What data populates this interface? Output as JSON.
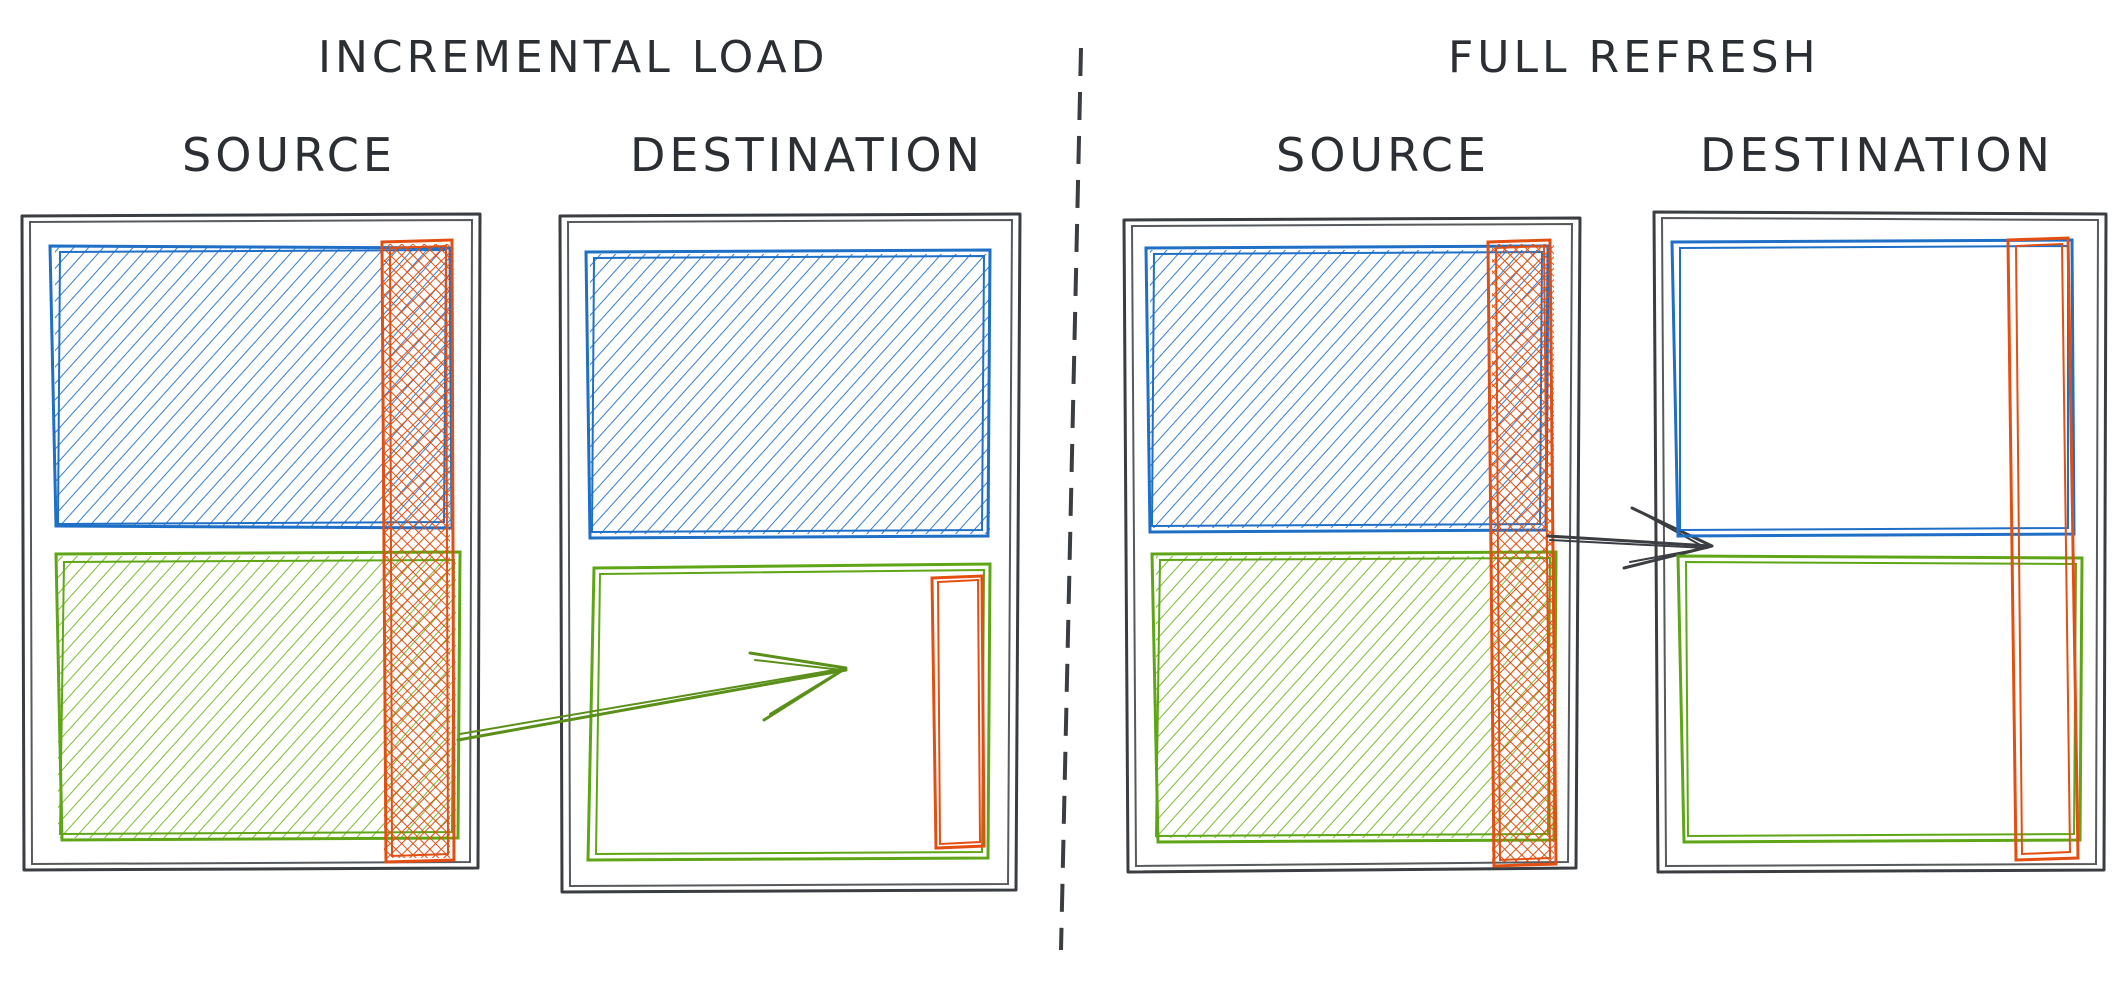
{
  "sections": {
    "incremental": {
      "title": "INCREMENTAL LOAD",
      "source_label": "SOURCE",
      "destination_label": "DESTINATION"
    },
    "full_refresh": {
      "title": "FULL REFRESH",
      "source_label": "SOURCE",
      "destination_label": "DESTINATION"
    }
  },
  "colors": {
    "frame": "#3a3d41",
    "blue": "#1f6fc6",
    "green": "#5fa617",
    "orange": "#e34f12",
    "arrow_green": "#5a8f1a",
    "arrow_gray": "#3a3d41"
  }
}
